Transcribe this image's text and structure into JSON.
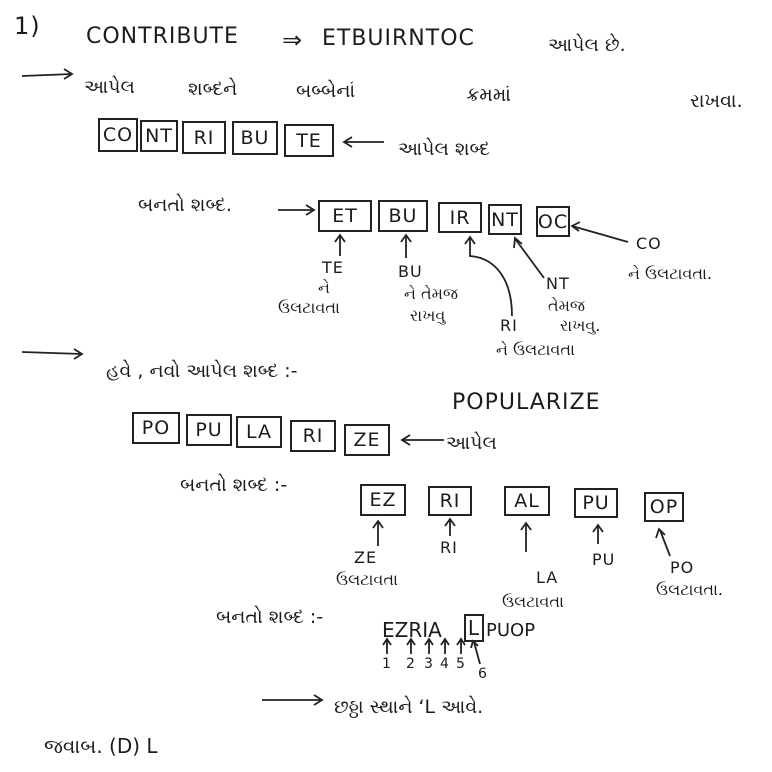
{
  "question_number": "1)",
  "line1": {
    "word": "CONTRIBUTE",
    "implies": "⇒",
    "code": "ETBUIRNTOC",
    "suffix": "આપેલ છે."
  },
  "line2": {
    "words": [
      "આપેલ",
      "શબ્દને",
      "બબ્બેનાં",
      "ક્રમમાં",
      "રાખવા."
    ]
  },
  "given_pairs_1": [
    "CO",
    "NT",
    "RI",
    "BU",
    "TE"
  ],
  "given_label_1": "આપેલ શબ્દ",
  "result_label_1": "બનતો શબ્દ.",
  "result_pairs_1": [
    "ET",
    "BU",
    "IR",
    "NT",
    "OC"
  ],
  "notes_1": {
    "te": "TE",
    "ne": "ને",
    "ulatavata": "ઉલટાવતા",
    "bu": "BU",
    "netemaj": "ને તેમજ",
    "rakhvu": "રાખવુ",
    "ri": "RI",
    "ne_ulatavata": "ને ઉલટાવતા",
    "nt": "NT",
    "temaj": "તેમજ",
    "rakhvu2": "રાખવુ.",
    "co": "CO",
    "ne_ulatavata2": "ને ઉલટાવતા."
  },
  "line_new": {
    "words": "હવે , નવો આપેલ શબ્દ :-",
    "word": "POPULARIZE"
  },
  "given_pairs_2": [
    "PO",
    "PU",
    "LA",
    "RI",
    "ZE"
  ],
  "given_label_2": "આપેલ",
  "result_label_2": "બનતો શબ્દ :-",
  "result_pairs_2": [
    "EZ",
    "RI",
    "AL",
    "PU",
    "OP"
  ],
  "notes_2": {
    "ze": "ZE",
    "ulatavata_ze": "ઉલટાવતા",
    "ri": "RI",
    "la": "LA",
    "ulatavata_la": "ઉલટાવતા",
    "pu": "PU",
    "po": "PO",
    "ulatavata_po": "ઉલટાવતા."
  },
  "final": {
    "label": "બનતો શબ્દ :-",
    "letters_before": "EZRIA",
    "boxed": "L",
    "letters_after": "PUOP",
    "positions": [
      "1",
      "2",
      "3",
      "4",
      "5",
      "6"
    ]
  },
  "conclusion": "છઠ્ઠા સ્થાને ‘L આવે.",
  "answer": "જવાબ. (D) L"
}
